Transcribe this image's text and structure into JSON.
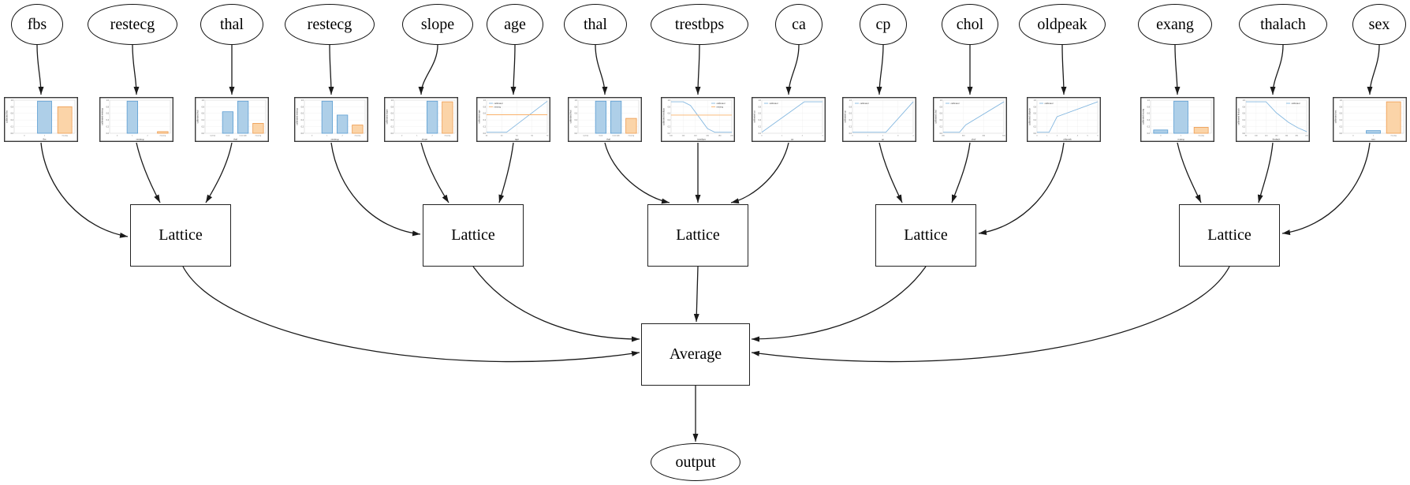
{
  "nodes": {
    "lattice_label": "Lattice",
    "average_label": "Average",
    "output_label": "output"
  },
  "features": [
    {
      "label": "fbs"
    },
    {
      "label": "restecg"
    },
    {
      "label": "thal"
    },
    {
      "label": "restecg"
    },
    {
      "label": "slope"
    },
    {
      "label": "age"
    },
    {
      "label": "thal"
    },
    {
      "label": "trestbps"
    },
    {
      "label": "ca"
    },
    {
      "label": "cp"
    },
    {
      "label": "chol"
    },
    {
      "label": "oldpeak"
    },
    {
      "label": "exang"
    },
    {
      "label": "thalach"
    },
    {
      "label": "sex"
    }
  ],
  "lattices": [
    {
      "label": "Lattice",
      "inputs": [
        "fbs",
        "restecg",
        "thal"
      ]
    },
    {
      "label": "Lattice",
      "inputs": [
        "restecg",
        "slope",
        "age"
      ]
    },
    {
      "label": "Lattice",
      "inputs": [
        "thal",
        "trestbps",
        "ca"
      ]
    },
    {
      "label": "Lattice",
      "inputs": [
        "cp",
        "chol",
        "oldpeak"
      ]
    },
    {
      "label": "Lattice",
      "inputs": [
        "exang",
        "thalach",
        "sex"
      ]
    }
  ],
  "chart_data": [
    {
      "feature": "fbs",
      "type": "bar",
      "title": "",
      "ylabel": "calibrated fbs",
      "xlabel": "fbs",
      "ylim": [
        0,
        1
      ],
      "yticks": [
        "0.0",
        "0.2",
        "0.4",
        "0.6",
        "0.8",
        "1.0"
      ],
      "categories": [
        "0",
        "1",
        "missing"
      ],
      "values": [
        0,
        0.97,
        0.8
      ],
      "bar_colors": [
        "blue",
        "blue",
        "orange"
      ]
    },
    {
      "feature": "restecg",
      "type": "bar",
      "title": "",
      "ylabel": "calibrated restecg",
      "xlabel": "restecg",
      "ylim": [
        0,
        1
      ],
      "yticks": [
        "0.0",
        "0.2",
        "0.4",
        "0.6",
        "0.8",
        "1.0"
      ],
      "categories": [
        "0",
        "1",
        "2",
        "missing"
      ],
      "values": [
        0,
        0.97,
        0,
        0.05
      ],
      "bar_colors": [
        "blue",
        "blue",
        "blue",
        "orange"
      ]
    },
    {
      "feature": "thal",
      "type": "bar",
      "title": "",
      "ylabel": "calibrated thal",
      "xlabel": "thal",
      "ylim": [
        0,
        1
      ],
      "yticks": [
        "0.0",
        "0.2",
        "0.4",
        "0.6",
        "0.8",
        "1.0"
      ],
      "categories": [
        "normal",
        "fixed",
        "reversible",
        "missing"
      ],
      "values": [
        0,
        0.65,
        0.97,
        0.3
      ],
      "bar_colors": [
        "blue",
        "blue",
        "blue",
        "orange"
      ]
    },
    {
      "feature": "restecg",
      "type": "bar",
      "title": "",
      "ylabel": "calibrated restecg",
      "xlabel": "restecg",
      "ylim": [
        0,
        1
      ],
      "yticks": [
        "0.0",
        "0.2",
        "0.4",
        "0.6",
        "0.8",
        "1.0"
      ],
      "categories": [
        "0",
        "1",
        "2",
        "missing"
      ],
      "values": [
        0,
        0.97,
        0.55,
        0.25
      ],
      "bar_colors": [
        "blue",
        "blue",
        "blue",
        "orange"
      ]
    },
    {
      "feature": "slope",
      "type": "bar",
      "title": "",
      "ylabel": "calibrated slope",
      "xlabel": "slope",
      "ylim": [
        0,
        1
      ],
      "yticks": [
        "0.0",
        "0.2",
        "0.4",
        "0.6",
        "0.8",
        "1.0"
      ],
      "categories": [
        "0",
        "1",
        "2",
        "missing"
      ],
      "values": [
        0,
        0,
        0.97,
        0.95
      ],
      "bar_colors": [
        "blue",
        "blue",
        "blue",
        "orange"
      ]
    },
    {
      "feature": "age",
      "type": "line",
      "title": "",
      "ylabel": "calibrated age",
      "xlabel": "age",
      "ylim": [
        0,
        1
      ],
      "yticks": [
        "0.0",
        "0.2",
        "0.4",
        "0.6",
        "0.8",
        "1.0"
      ],
      "xticks": [
        "30",
        "40",
        "50",
        "60",
        "70"
      ],
      "legend_pos": "top-left",
      "series": [
        {
          "name": "calibrated",
          "points": [
            [
              0,
              0.03
            ],
            [
              0.33,
              0.03
            ],
            [
              1,
              0.97
            ]
          ]
        },
        {
          "name": "missing",
          "points": [
            [
              0,
              0.56
            ],
            [
              1,
              0.56
            ]
          ]
        }
      ]
    },
    {
      "feature": "thal",
      "type": "bar",
      "title": "",
      "ylabel": "calibrated thal",
      "xlabel": "thal",
      "ylim": [
        0,
        1
      ],
      "yticks": [
        "0.0",
        "0.2",
        "0.4",
        "0.6",
        "0.8",
        "1.0"
      ],
      "categories": [
        "normal",
        "fixed",
        "reversible",
        "missing"
      ],
      "values": [
        0,
        0.97,
        0.97,
        0.45
      ],
      "bar_colors": [
        "blue",
        "blue",
        "blue",
        "orange"
      ]
    },
    {
      "feature": "trestbps",
      "type": "line",
      "title": "",
      "ylabel": "calibrated trestbps",
      "xlabel": "trestbps",
      "ylim": [
        0,
        1
      ],
      "yticks": [
        "0.0",
        "0.2",
        "0.4",
        "0.6",
        "0.8",
        "1.0"
      ],
      "xticks": [
        "100",
        "120",
        "140",
        "160",
        "180",
        "200"
      ],
      "legend_pos": "top-right",
      "series": [
        {
          "name": "calibrated",
          "points": [
            [
              0,
              0.95
            ],
            [
              0.2,
              0.95
            ],
            [
              0.32,
              0.84
            ],
            [
              0.6,
              0.14
            ],
            [
              0.72,
              0.03
            ],
            [
              1,
              0.03
            ]
          ]
        },
        {
          "name": "missing",
          "points": [
            [
              0,
              0.55
            ],
            [
              1,
              0.55
            ]
          ]
        }
      ]
    },
    {
      "feature": "ca",
      "type": "line",
      "title": "",
      "ylabel": "calibrated ca",
      "xlabel": "ca",
      "ylim": [
        0,
        1
      ],
      "yticks": [
        "0.0",
        "0.2",
        "0.4",
        "0.6",
        "0.8",
        "1.0"
      ],
      "xticks": [
        "0",
        "1",
        "2",
        "3"
      ],
      "legend_pos": "top-left",
      "series": [
        {
          "name": "calibrated",
          "points": [
            [
              0,
              0.03
            ],
            [
              0.7,
              0.95
            ],
            [
              1,
              0.95
            ]
          ]
        }
      ]
    },
    {
      "feature": "cp",
      "type": "line",
      "title": "",
      "ylabel": "calibrated cp",
      "xlabel": "cp",
      "ylim": [
        0,
        1
      ],
      "yticks": [
        "0.0",
        "0.2",
        "0.4",
        "0.6",
        "0.8",
        "1.0"
      ],
      "xticks": [
        "0",
        "1",
        "2",
        "3",
        "4"
      ],
      "legend_pos": "top-left",
      "series": [
        {
          "name": "calibrated",
          "points": [
            [
              0,
              0.03
            ],
            [
              0.55,
              0.03
            ],
            [
              1,
              0.95
            ]
          ]
        }
      ]
    },
    {
      "feature": "chol",
      "type": "line",
      "title": "",
      "ylabel": "calibrated chol",
      "xlabel": "chol",
      "ylim": [
        0,
        1
      ],
      "yticks": [
        "0.0",
        "0.2",
        "0.4",
        "0.6",
        "0.8",
        "1.0"
      ],
      "xticks": [
        "200",
        "300",
        "400",
        "500"
      ],
      "legend_pos": "top-left",
      "series": [
        {
          "name": "calibrated",
          "points": [
            [
              0,
              0.03
            ],
            [
              0.27,
              0.03
            ],
            [
              0.37,
              0.25
            ],
            [
              1,
              0.95
            ]
          ]
        }
      ]
    },
    {
      "feature": "oldpeak",
      "type": "line",
      "title": "",
      "ylabel": "calibrated oldpeak",
      "xlabel": "oldpeak",
      "ylim": [
        0,
        1
      ],
      "yticks": [
        "0.0",
        "0.2",
        "0.4",
        "0.6",
        "0.8",
        "1.0"
      ],
      "xticks": [
        "0",
        "1",
        "2",
        "3",
        "4",
        "5",
        "6"
      ],
      "legend_pos": "top-left",
      "series": [
        {
          "name": "calibrated",
          "points": [
            [
              0,
              0.03
            ],
            [
              0.2,
              0.03
            ],
            [
              0.33,
              0.5
            ],
            [
              1,
              0.95
            ]
          ]
        }
      ]
    },
    {
      "feature": "exang",
      "type": "bar",
      "title": "",
      "ylabel": "calibrated exang",
      "xlabel": "exang",
      "ylim": [
        0,
        1
      ],
      "yticks": [
        "0.0",
        "0.2",
        "0.4",
        "0.6",
        "0.8",
        "1.0"
      ],
      "categories": [
        "0",
        "1",
        "missing"
      ],
      "values": [
        0.1,
        0.97,
        0.18
      ],
      "bar_colors": [
        "blue",
        "blue",
        "orange"
      ]
    },
    {
      "feature": "thalach",
      "type": "line",
      "title": "",
      "ylabel": "calibrated thalach",
      "xlabel": "thalach",
      "ylim": [
        0,
        1
      ],
      "yticks": [
        "0.0",
        "0.2",
        "0.4",
        "0.6",
        "0.8",
        "1.0"
      ],
      "xticks": [
        "80",
        "100",
        "120",
        "140",
        "160",
        "180",
        "200"
      ],
      "legend_pos": "top-right",
      "series": [
        {
          "name": "calibrated",
          "points": [
            [
              0,
              0.95
            ],
            [
              0.33,
              0.95
            ],
            [
              0.5,
              0.62
            ],
            [
              0.7,
              0.33
            ],
            [
              0.85,
              0.17
            ],
            [
              1,
              0.05
            ]
          ]
        }
      ]
    },
    {
      "feature": "sex",
      "type": "bar",
      "title": "",
      "ylabel": "calibrated sex",
      "xlabel": "sex",
      "ylim": [
        0,
        1
      ],
      "yticks": [
        "0.0",
        "0.2",
        "0.4",
        "0.6",
        "0.8",
        "1.0"
      ],
      "categories": [
        "0",
        "1",
        "missing"
      ],
      "values": [
        0,
        0.08,
        0.95
      ],
      "bar_colors": [
        "blue",
        "blue",
        "orange"
      ]
    }
  ],
  "colors": {
    "bar_blue_fill": "#aecfe8",
    "bar_blue_edge": "#5b9dd2",
    "bar_orange_fill": "#fbd4a8",
    "bar_orange_edge": "#ee9b4f",
    "line_blue": "#85b8e0",
    "line_orange": "#f9b06a",
    "edge_black": "#1a1a1a",
    "grid_gray": "#ececec",
    "frame_gray": "#c8c8c8",
    "tick_text": "#555555"
  }
}
